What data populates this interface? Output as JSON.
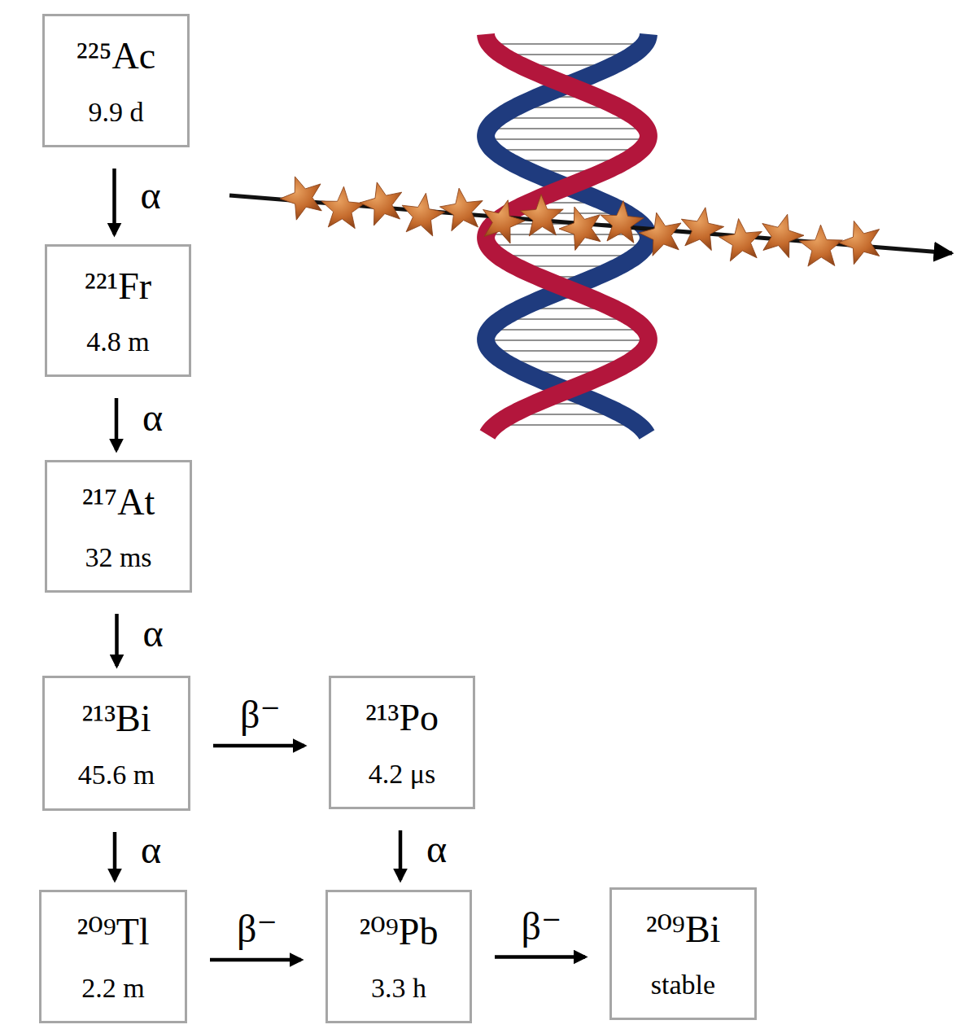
{
  "diagram": {
    "nodes": [
      {
        "text": [
          "²²⁵Ac",
          "9.9 d"
        ]
      },
      {
        "text": [
          "²²¹Fr",
          "4.8 m"
        ]
      },
      {
        "text": [
          "²¹⁷At",
          "32 ms"
        ]
      },
      {
        "text": [
          "²¹³Bi",
          "45.6 m"
        ]
      },
      {
        "text": [
          "²¹³Po",
          "4.2 μs"
        ]
      },
      {
        "text": [
          "²⁰⁹Tl",
          "2.2 m"
        ]
      },
      {
        "text": [
          "²⁰⁹Pb",
          "3.3 h"
        ]
      },
      {
        "text": [
          "²⁰⁹Bi",
          "stable"
        ]
      }
    ],
    "edges": [
      {
        "from": 0,
        "to": 1,
        "label": "α",
        "arrow": "to"
      },
      {
        "from": 1,
        "to": 2,
        "label": "α",
        "arrow": "to"
      },
      {
        "from": 2,
        "to": 3,
        "label": "α",
        "arrow": "to"
      },
      {
        "from": 3,
        "to": 4,
        "label": "β⁻",
        "arrow": "to"
      },
      {
        "from": 3,
        "to": 5,
        "label": "α",
        "arrow": "to"
      },
      {
        "from": 4,
        "to": 6,
        "label": "α",
        "arrow": "to"
      },
      {
        "from": 5,
        "to": 6,
        "label": "β⁻",
        "arrow": "to"
      },
      {
        "from": 6,
        "to": 7,
        "label": "β⁻",
        "arrow": "to"
      }
    ]
  }
}
